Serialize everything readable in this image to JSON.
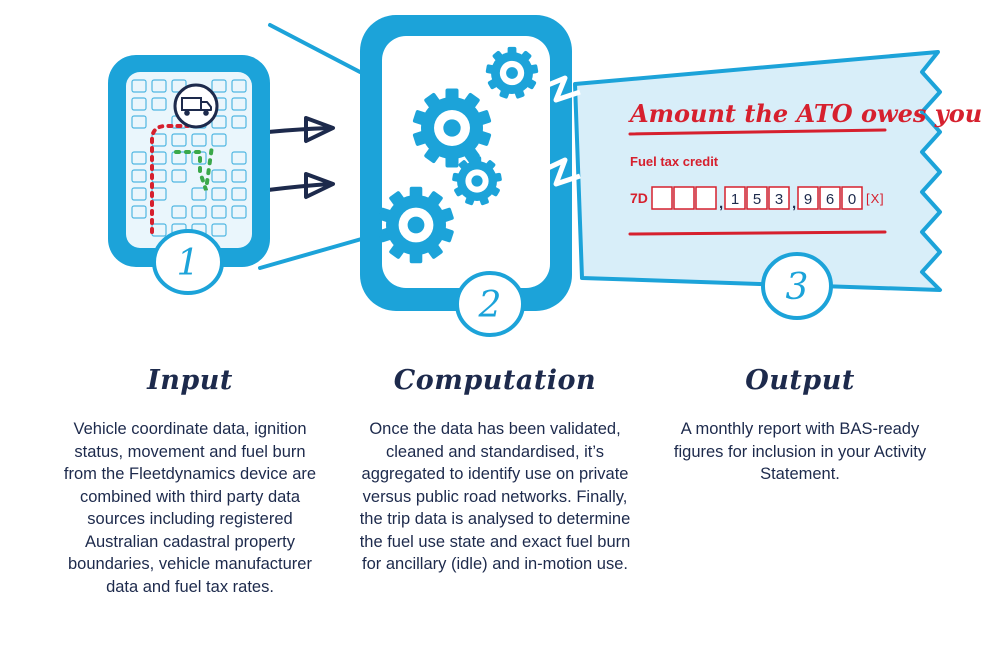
{
  "steps": [
    {
      "number": "1",
      "title": "Input",
      "text": "Vehicle coordinate data, ignition status, movement and fuel burn from the Fleetdynamics device are combined with third party data sources including registered Australian cadastral property boundaries, vehicle manufacturer data and fuel tax rates."
    },
    {
      "number": "2",
      "title": "Computation",
      "text": "Once the data has been validated, cleaned and standardised, it’s aggregated to identify use on private versus public road networks. Finally, the trip data is analysed to determine the fuel use state and exact fuel burn for ancillary (idle) and in-motion use."
    },
    {
      "number": "3",
      "title": "Output",
      "text": "A monthly report with BAS-ready figures for inclusion in your Activity Statement."
    }
  ],
  "receipt": {
    "heading": "Amount the ATO owes you",
    "field_label": "Fuel tax credit",
    "code": "7D",
    "digits": [
      "",
      "",
      "",
      "1",
      "5",
      "3",
      "9",
      "6",
      "0"
    ],
    "suffix": "X"
  },
  "colors": {
    "blue": "#1ca3d9",
    "light_blue": "#d8eef9",
    "navy": "#1d2a4c",
    "red": "#d6202e",
    "green": "#3aa84a"
  }
}
